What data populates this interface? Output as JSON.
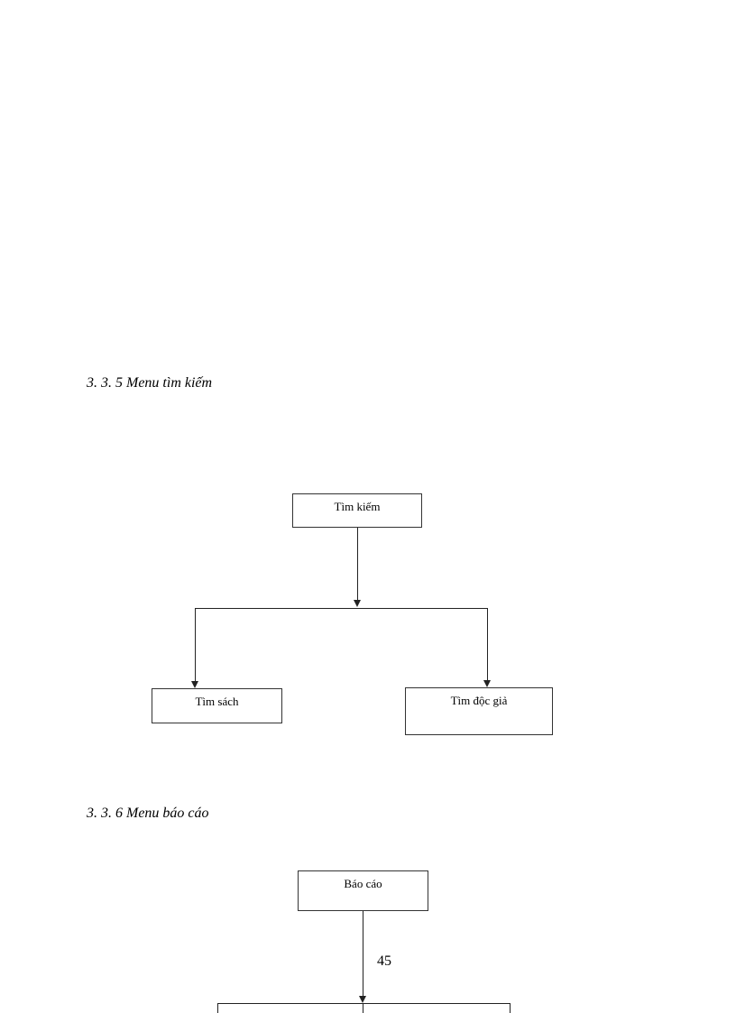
{
  "sections": [
    {
      "heading": "3. 3. 5 Menu tìm kiếm",
      "diagram": {
        "root": "Tìm kiếm",
        "children": [
          "Tìm sách",
          "Tìm độc giả"
        ]
      }
    },
    {
      "heading": "3. 3. 6 Menu báo cáo",
      "diagram": {
        "root": "Báo cáo",
        "children": []
      }
    }
  ],
  "page_number": "45"
}
